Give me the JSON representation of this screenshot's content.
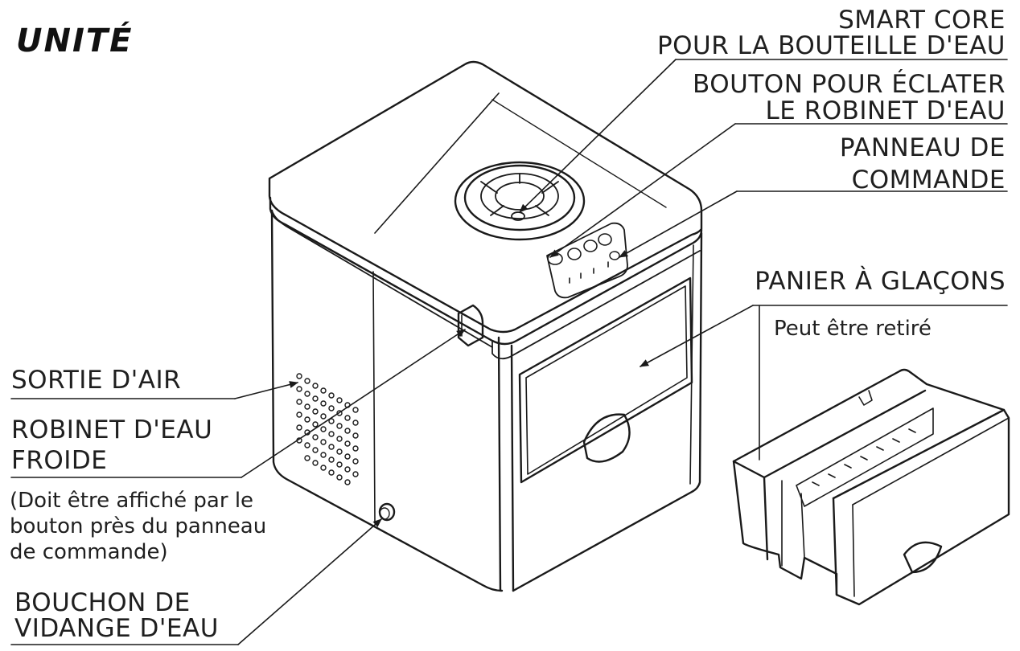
{
  "title": "UNITÉ",
  "labels": {
    "smart_core": [
      "SMART CORE",
      "POUR LA BOUTEILLE D'EAU"
    ],
    "bouton": [
      "BOUTON POUR ÉCLATER",
      "LE ROBINET D'EAU"
    ],
    "panneau": [
      "PANNEAU DE",
      "COMMANDE"
    ],
    "panier": "PANIER À GLAÇONS",
    "panier_note": "Peut être retiré",
    "sortie_air": "SORTIE D'AIR",
    "robinet": [
      "ROBINET D'EAU",
      "FROIDE"
    ],
    "robinet_note": [
      "(Doit être affiché par le",
      "bouton près du panneau",
      "de commande)"
    ],
    "bouchon": [
      "BOUCHON DE",
      "VIDANGE D'EAU"
    ]
  }
}
